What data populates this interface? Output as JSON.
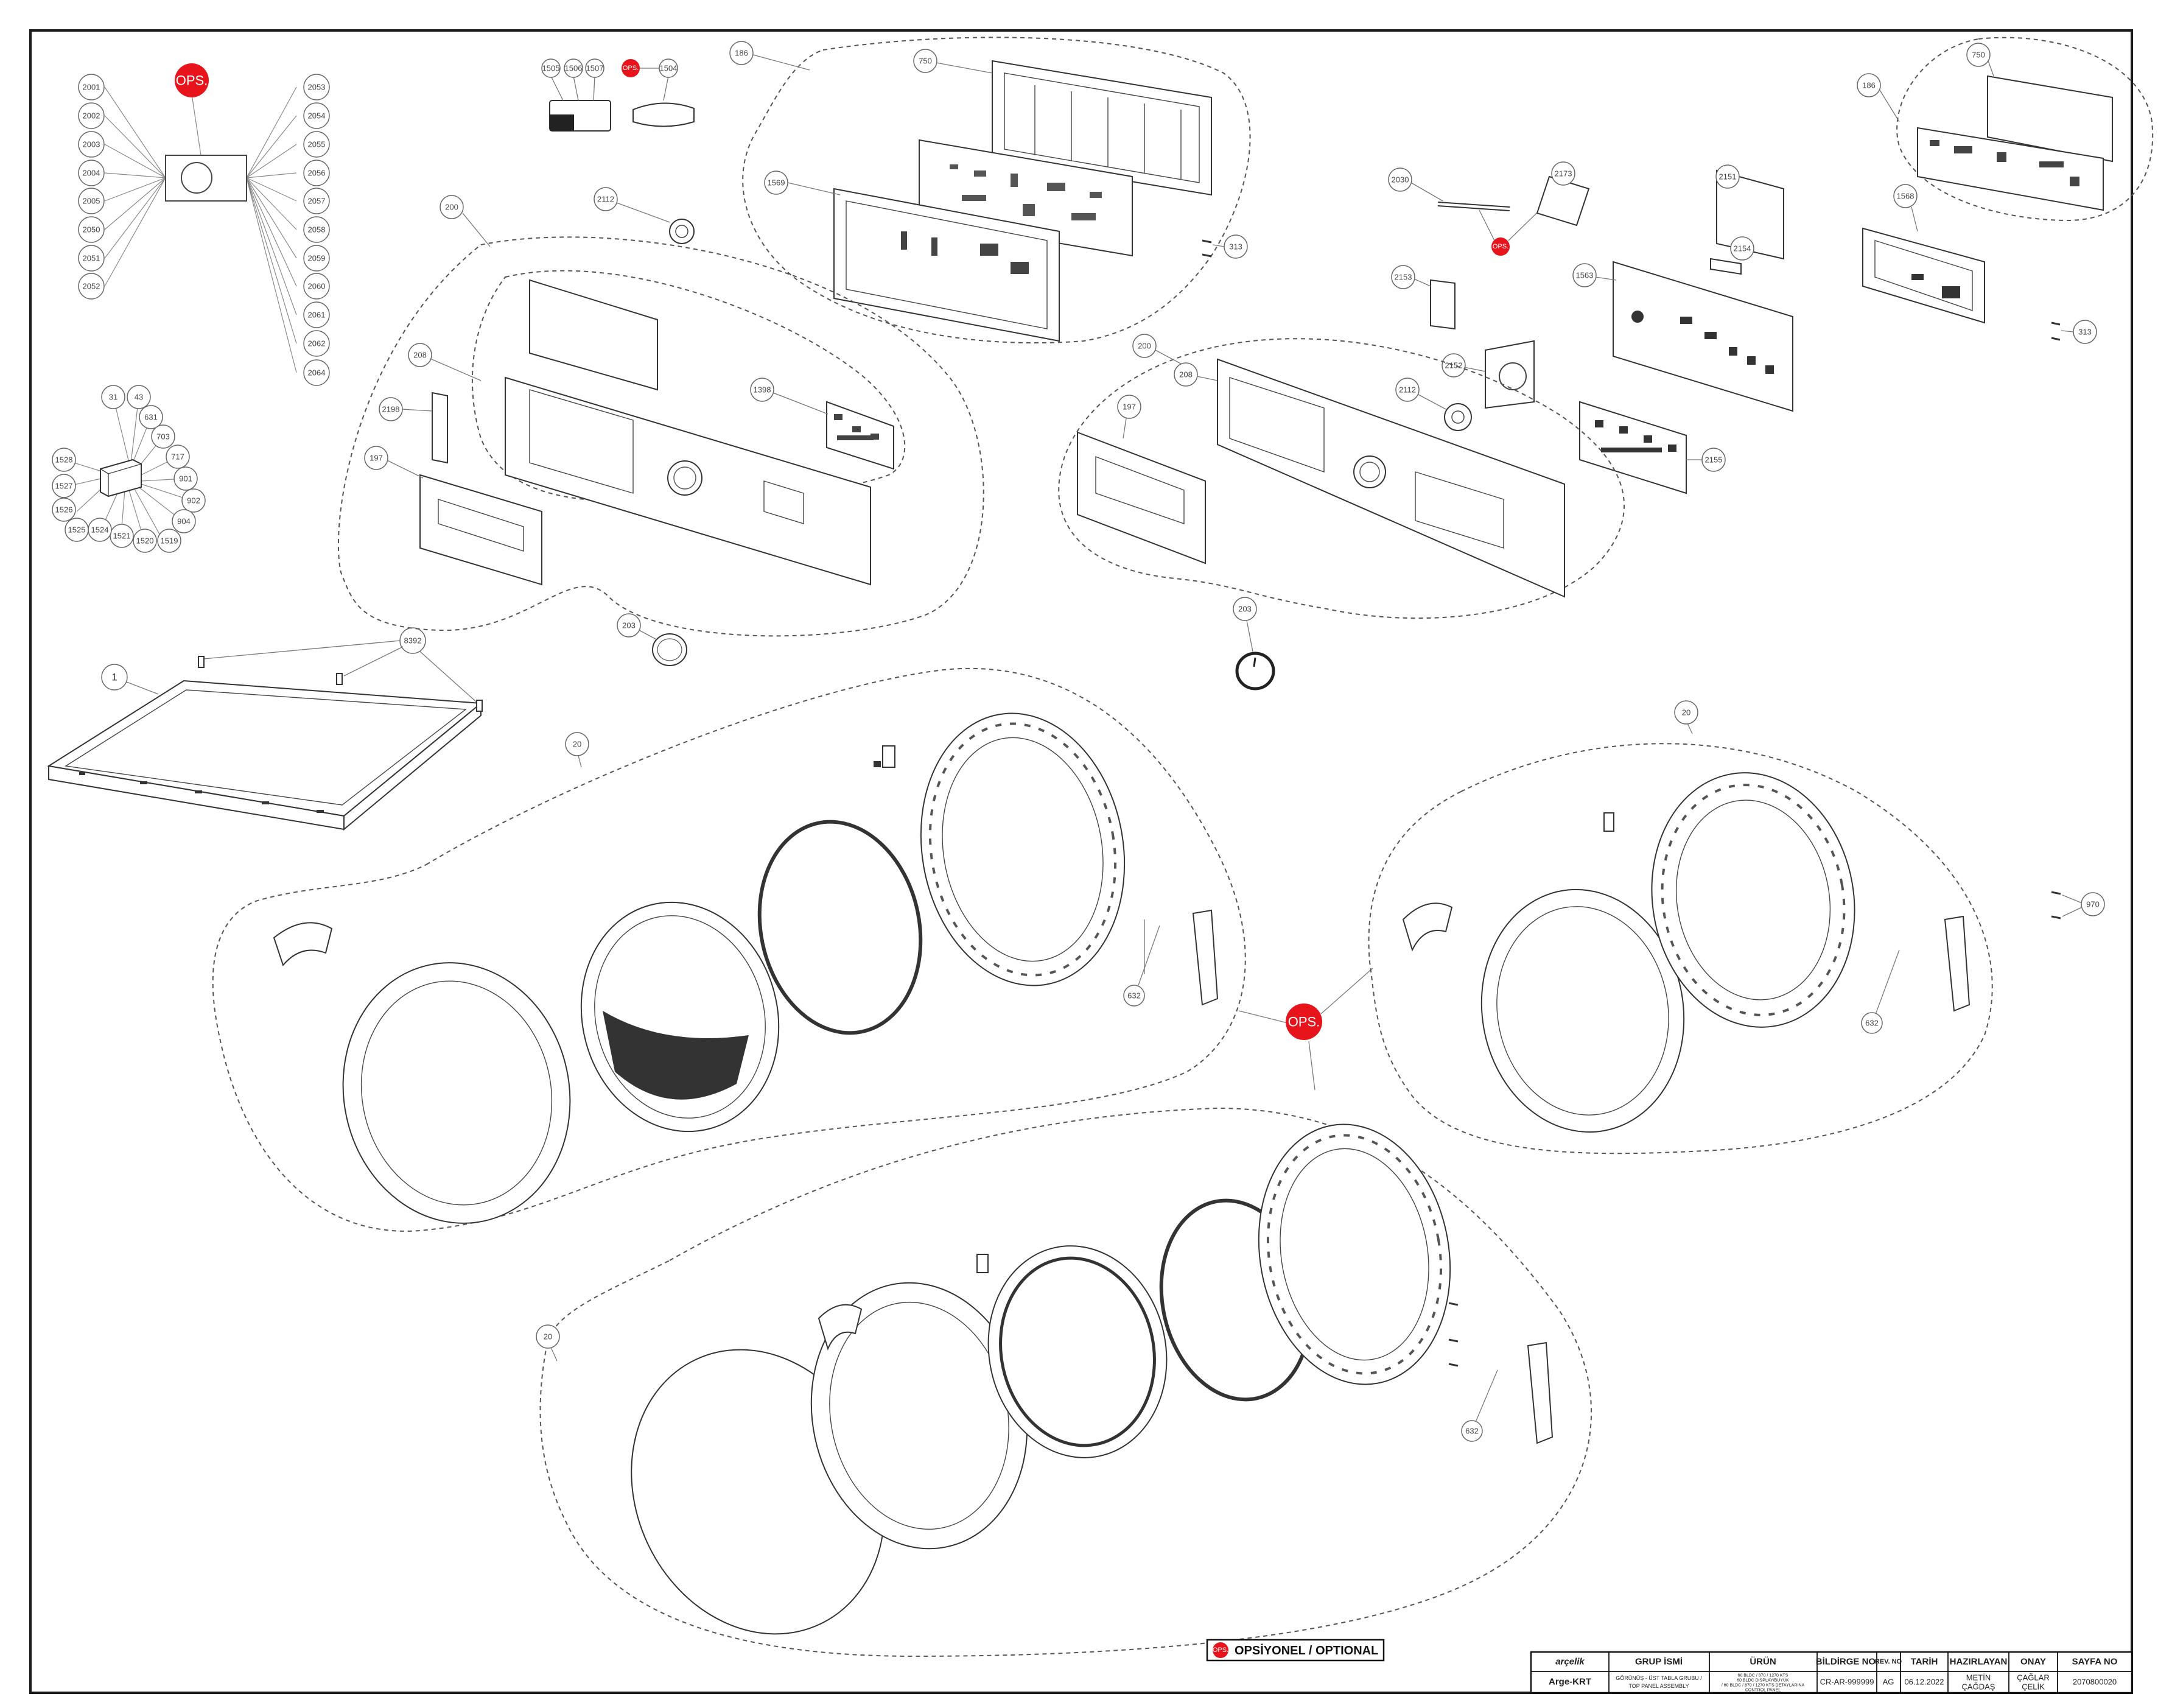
{
  "legend": {
    "badge": "OPS.",
    "text": "OPSİYONEL / OPTIONAL"
  },
  "callouts": {
    "ops": "OPS.",
    "c2001": "2001",
    "c2002": "2002",
    "c2003": "2003",
    "c2004": "2004",
    "c2005": "2005",
    "c2050": "2050",
    "c2051": "2051",
    "c2052": "2052",
    "c2053": "2053",
    "c2054": "2054",
    "c2055": "2055",
    "c2056": "2056",
    "c2057": "2057",
    "c2058": "2058",
    "c2059": "2059",
    "c2060": "2060",
    "c2061": "2061",
    "c2062": "2062",
    "c2064": "2064",
    "c31": "31",
    "c43": "43",
    "c631": "631",
    "c703": "703",
    "c717": "717",
    "c901": "901",
    "c902": "902",
    "c904": "904",
    "c1519": "1519",
    "c1520": "1520",
    "c1521": "1521",
    "c1524": "1524",
    "c1525": "1525",
    "c1526": "1526",
    "c1527": "1527",
    "c1528": "1528",
    "c1": "1",
    "c8392": "8392",
    "c1505": "1505",
    "c1506": "1506",
    "c1507": "1507",
    "c1504": "1504",
    "c186a": "186",
    "c750a": "750",
    "c1569a": "1569",
    "c313a": "313",
    "c2112a": "2112",
    "c200a": "200",
    "c208a": "208",
    "c2198": "2198",
    "c197a": "197",
    "c1398": "1398",
    "c203a": "203",
    "c2030": "2030",
    "c2173": "2173",
    "c2151": "2151",
    "c2154": "2154",
    "c2153": "2153",
    "c1563": "1563",
    "c2152": "2152",
    "c2112b": "2112",
    "c2155": "2155",
    "c200b": "200",
    "c208b": "208",
    "c197b": "197",
    "c203b": "203",
    "c186b": "186",
    "c750b": "750",
    "c1568": "1568",
    "c313b": "313",
    "c20a": "20",
    "c20b": "20",
    "c20c": "20",
    "c632a": "632",
    "c632b": "632",
    "c632c": "632",
    "c970": "970"
  },
  "title_block": {
    "brand": "arçelik",
    "dept": "Arge-KRT",
    "headers": {
      "group": "GRUP İSMİ",
      "product": "ÜRÜN",
      "notice": "BİLDİRGE NO.",
      "rev": "REV. NO",
      "date": "TARİH",
      "prepared": "HAZIRLAYAN",
      "approval": "ONAY",
      "page": "SAYFA NO"
    },
    "values": {
      "group_line1": "GÖRÜNÜŞ - ÜST TABLA GRUBU /",
      "group_line2": "TOP PANEL ASSEMBLY",
      "product_line1": "60 BLDC / 870 / 1270 KTS",
      "product_line2": "60 BLDC DISPLAY/BÜYÜK",
      "product_line3": "/ 60 BLDC / 870 / 1270 KTS DETAYLARINA",
      "product_line4": "CONTROL PANEL",
      "notice": "CR-AR-999999",
      "rev": "AG",
      "date": "06.12.2022",
      "prepared_line1": "METİN",
      "prepared_line2": "ÇAĞDAŞ",
      "approval_line1": "ÇAĞLAR",
      "approval_line2": "ÇELİK",
      "page": "2070800020"
    }
  },
  "colors": {
    "ops_red": "#e8141c",
    "line": "#333333",
    "frame": "#1a1a1a"
  }
}
